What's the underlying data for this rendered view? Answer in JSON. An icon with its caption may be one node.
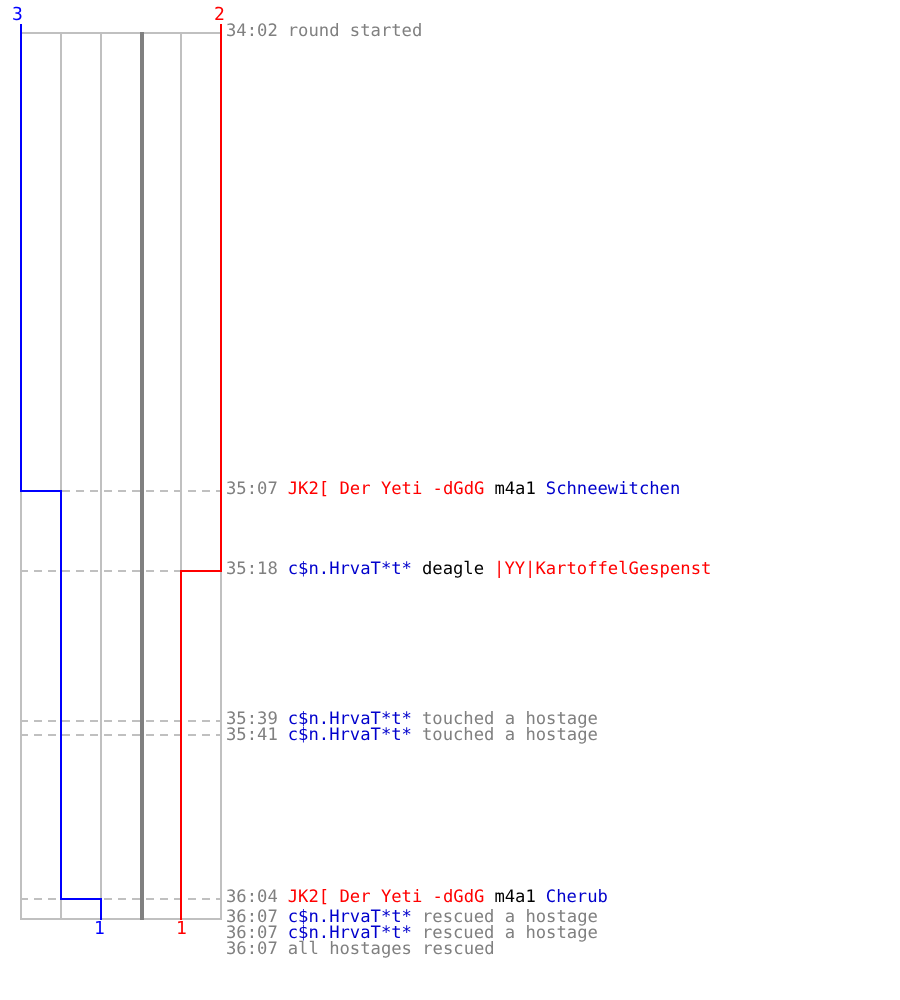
{
  "diagram": {
    "labels": [
      "3",
      "2",
      "34:02",
      "round started",
      "35:07",
      "JK2[ Der Yeti -dGdG",
      "m4a1",
      "Schneewitchen",
      "35:18",
      "c$n.HrvaT*t*",
      "deagle",
      "|YY|KartoffelGespenst",
      "35:39",
      "c$n.HrvaT*t*",
      "touched a hostage",
      "35:41",
      "c$n.HrvaT*t*",
      "touched a hostage",
      "36:04",
      "JK2[ Der Yeti -dGdG",
      "m4a1",
      "Cherub",
      "36:07",
      "c$n.HrvaT*t*",
      "rescued a hostage",
      "36:07",
      "c$n.HrvaT*t*",
      "rescued a hostage",
      "36:07",
      "all hostages rescued",
      "1",
      "1"
    ]
  }
}
